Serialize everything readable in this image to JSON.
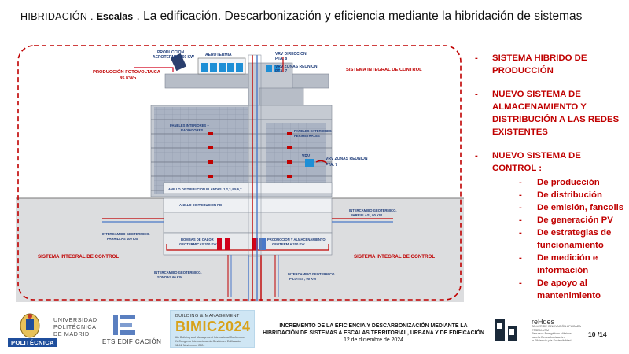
{
  "header": {
    "title_part1": "HIBRIDACIÓN . ",
    "title_part2": "Escalas",
    "title_part3": " . La edificación. Descarbonización y eficiencia mediante la hibridación de sistemas"
  },
  "diagram": {
    "labels": {
      "aerotermia": "AEROTERMIA",
      "produccion_aerotermia": "PRODUCCION",
      "produccion_aerotermia_2": "AEROTERMIA 560 KW",
      "produccion_fv": "PRODUCCIÓN FOTOVOLTAICA",
      "produccion_fv_kwp": "85 KWp",
      "vrv_direccion": "VRV DIRECCION",
      "vrv_direccion_pta": "PTA. 8",
      "vrv_zonas_reunion_top": "VRV ZONAS REUNION",
      "vrv_zonas_reunion_top_pta": "PTA. 7",
      "vrv_small": "VRV",
      "vrv_zonas_reunion_mid": "VRV ZONAS REUNION",
      "vrv_zonas_reunion_mid_pta": "PTA. 7",
      "sistema_integral_top": "SISTEMA INTEGRAL DE CONTROL",
      "sistema_integral_left": "SISTEMA INTEGRAL DE CONTROL",
      "sistema_integral_right": "SISTEMA INTEGRAL DE CONTROL",
      "paneles_interiores": "PANELES INTERIORES +",
      "paneles_interiores_2": "RADIADORES",
      "paneles_exteriores": "PANELES EXTERIORES",
      "paneles_exteriores_2": "PERIMETRALES",
      "anillo_plantas": "ANILLO DISTRIBUCION PLANTAS -1,2,3,4,5,6,7",
      "anillo_pb": "ANILLO DISTRIBUCION PB",
      "intercambio_geo_left": "INTERCAMBIO GEOTERMICO.",
      "intercambio_geo_left_2": "PARRILLAS 100 KW",
      "intercambio_geo_right": "INTERCAMBIO GEOTERMICO.",
      "intercambio_geo_right_2": "PARRILLAS , 90 KW",
      "bombas_calor": "BOMBAS DE CALOR",
      "bombas_calor_2": "GEOTERMICAS 200 KW",
      "produccion_almacenamiento": "PRODUCCION Y ALMACENAMIENTO",
      "produccion_almacenamiento_2": "GEOTERMIA 200 KW",
      "intercambio_sondas": "INTERCAMBIO GEOTERMICO.",
      "intercambio_sondas_2": "SONDAS 60 KW",
      "intercambio_pilotes": "INTERCAMBIO GEOTERMICO.",
      "intercambio_pilotes_2": "PILOTES , 90 KW"
    }
  },
  "bullets": {
    "items": [
      {
        "label": "SISTEMA HIBRIDO DE PRODUCCIÓN"
      },
      {
        "label": "NUEVO SISTEMA DE ALMACENAMIENTO Y DISTRIBUCIÓN A LAS REDES EXISTENTES"
      },
      {
        "label": "NUEVO SISTEMA DE CONTROL :"
      }
    ],
    "subitems": [
      "De producción",
      "De distribución",
      "De emisión, fancoils",
      "De generación PV",
      "De estrategias de funcionamiento",
      "De medición e información",
      "De apoyo al mantenimiento"
    ]
  },
  "footer": {
    "upm_name": "UNIVERSIDAD\nPOLITÉCNICA\nDE MADRID",
    "upm_badge": "POLITÉCNICA",
    "ets_name": "ETS EDIFICACIÓN",
    "bimic_top": "BUILDING & MANAGEMENT",
    "bimic_main": "BIMIC2024",
    "bimic_sub": "6th Building and Management International Conference\nIV Congreso Internacional de Gestión en Edificación\n11-12 Noviembre, 2024",
    "center_line1": "INCREMENTO DE LA EFICIENCIA Y DESCARBONIZACIÓN MEDIANTE LA",
    "center_line2": "HIBRIDACIÓN  DE SISTEMAS A ESCALAS TERRITORIAL, URBANA Y DE EDIFICACIÓN",
    "date": "12 de diciembre de 2024",
    "rehdes_name": "reHdes",
    "rehdes_sub": "TALLER DE INNOVACIÓN APLICADA\nETSEM-UPM\nRecursos Energéticos Híbridos\npara la Descarbonización\nla Eficiencia y la Sostenibilidad",
    "page": "10 /14"
  },
  "colors": {
    "accent_red": "#c00000",
    "pipe_blue": "#4a78c8",
    "building_gray": "#b8bcc4",
    "ground_gray": "#d9dadc",
    "panel_blue": "#7fa6c9"
  }
}
